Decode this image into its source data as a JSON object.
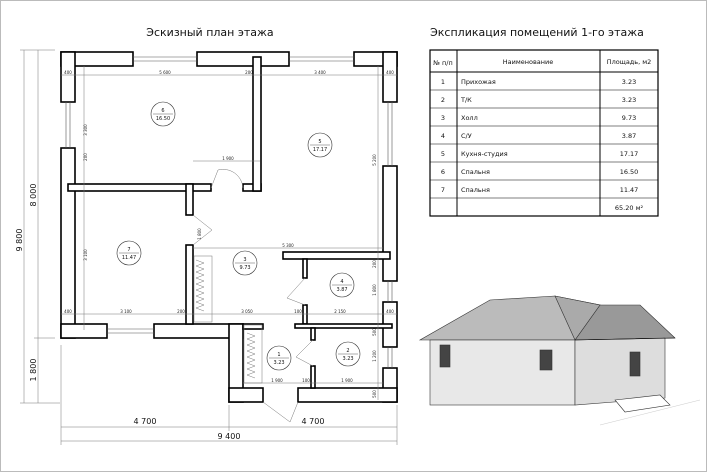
{
  "plan": {
    "title": "Эскизный план этажа",
    "overall_dims": {
      "total_height": "9 800",
      "main_height": "8 000",
      "porch_height": "1 800",
      "left_width": "4 700",
      "right_width": "4 700",
      "total_width": "9 400"
    },
    "rooms": [
      {
        "num": "1",
        "area": "3.23"
      },
      {
        "num": "2",
        "area": "3.23"
      },
      {
        "num": "3",
        "area": "9.73"
      },
      {
        "num": "4",
        "area": "3.87"
      },
      {
        "num": "5",
        "area": "17.17"
      },
      {
        "num": "6",
        "area": "16.50"
      },
      {
        "num": "7",
        "area": "11.47"
      }
    ],
    "inner_dims": {
      "top_left": "400",
      "top_6": "5 600",
      "top_wall": "200",
      "top_5": "3 400",
      "top_right": "400",
      "mid_left": "400",
      "mid_7": "3 100",
      "mid_wall": "200",
      "mid_3": "3 050",
      "mid_wall2": "100",
      "mid_4": "2 150",
      "mid_right": "400",
      "door_6": "1 900",
      "hall_5300": "5 300",
      "low_1": "1 900",
      "low_wall": "100",
      "low_2": "1 900",
      "v_6": "3 300",
      "v_5": "5 200",
      "v_7": "3 100",
      "v_door": "1 800",
      "v_wall": "200",
      "v_wall2": "200",
      "v_4": "1 800",
      "v_500a": "500",
      "v_2": "1 200",
      "v_500b": "500"
    }
  },
  "explication": {
    "title": "Экспликация помещений 1-го этажа",
    "headers": [
      "№ п/п",
      "Наименование",
      "Площадь, м2"
    ],
    "rows": [
      {
        "num": "1",
        "name": "Прихожая",
        "area": "3.23"
      },
      {
        "num": "2",
        "name": "Т/К",
        "area": "3.23"
      },
      {
        "num": "3",
        "name": "Холл",
        "area": "9.73"
      },
      {
        "num": "4",
        "name": "С/У",
        "area": "3.87"
      },
      {
        "num": "5",
        "name": "Кухня-студия",
        "area": "17.17"
      },
      {
        "num": "6",
        "name": "Спальня",
        "area": "16.50"
      },
      {
        "num": "7",
        "name": "Спальня",
        "area": "11.47"
      }
    ],
    "total": "65.20 м²"
  }
}
